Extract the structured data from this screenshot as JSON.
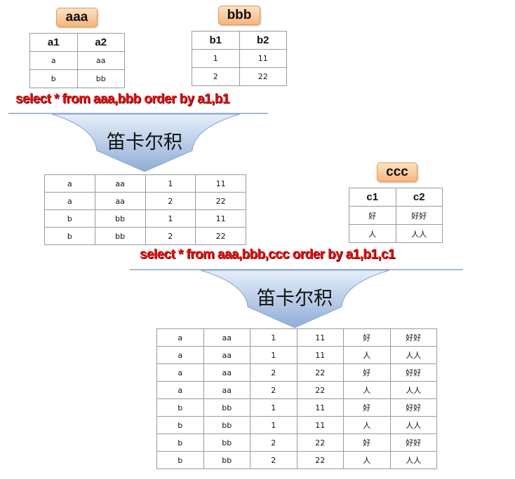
{
  "tables": {
    "aaa": {
      "name": "aaa",
      "headers": [
        "a1",
        "a2"
      ],
      "rows": [
        [
          "a",
          "aa"
        ],
        [
          "b",
          "bb"
        ]
      ]
    },
    "bbb": {
      "name": "bbb",
      "headers": [
        "b1",
        "b2"
      ],
      "rows": [
        [
          "1",
          "11"
        ],
        [
          "2",
          "22"
        ]
      ]
    },
    "ccc": {
      "name": "ccc",
      "headers": [
        "c1",
        "c2"
      ],
      "rows": [
        [
          "好",
          "好好"
        ],
        [
          "人",
          "人人"
        ]
      ]
    }
  },
  "queries": {
    "first": "select * from aaa,bbb order by a1,b1",
    "second": "select * from aaa,bbb,ccc order by a1,b1,c1"
  },
  "arrows": {
    "first_label": "笛卡尔积",
    "second_label": "笛卡尔积",
    "fill_top": "#e6eef9",
    "fill_bottom": "#8fadd6"
  },
  "results": {
    "first": [
      [
        "a",
        "aa",
        "1",
        "11"
      ],
      [
        "a",
        "aa",
        "2",
        "22"
      ],
      [
        "b",
        "bb",
        "1",
        "11"
      ],
      [
        "b",
        "bb",
        "2",
        "22"
      ]
    ],
    "second": [
      [
        "a",
        "aa",
        "1",
        "11",
        "好",
        "好好"
      ],
      [
        "a",
        "aa",
        "1",
        "11",
        "人",
        "人人"
      ],
      [
        "a",
        "aa",
        "2",
        "22",
        "好",
        "好好"
      ],
      [
        "a",
        "aa",
        "2",
        "22",
        "人",
        "人人"
      ],
      [
        "b",
        "bb",
        "1",
        "11",
        "好",
        "好好"
      ],
      [
        "b",
        "bb",
        "1",
        "11",
        "人",
        "人人"
      ],
      [
        "b",
        "bb",
        "2",
        "22",
        "好",
        "好好"
      ],
      [
        "b",
        "bb",
        "2",
        "22",
        "人",
        "人人"
      ]
    ]
  },
  "colors": {
    "sql_text": "#e01010",
    "badge": "#f7b57a",
    "grid": "#9a9a9a"
  }
}
